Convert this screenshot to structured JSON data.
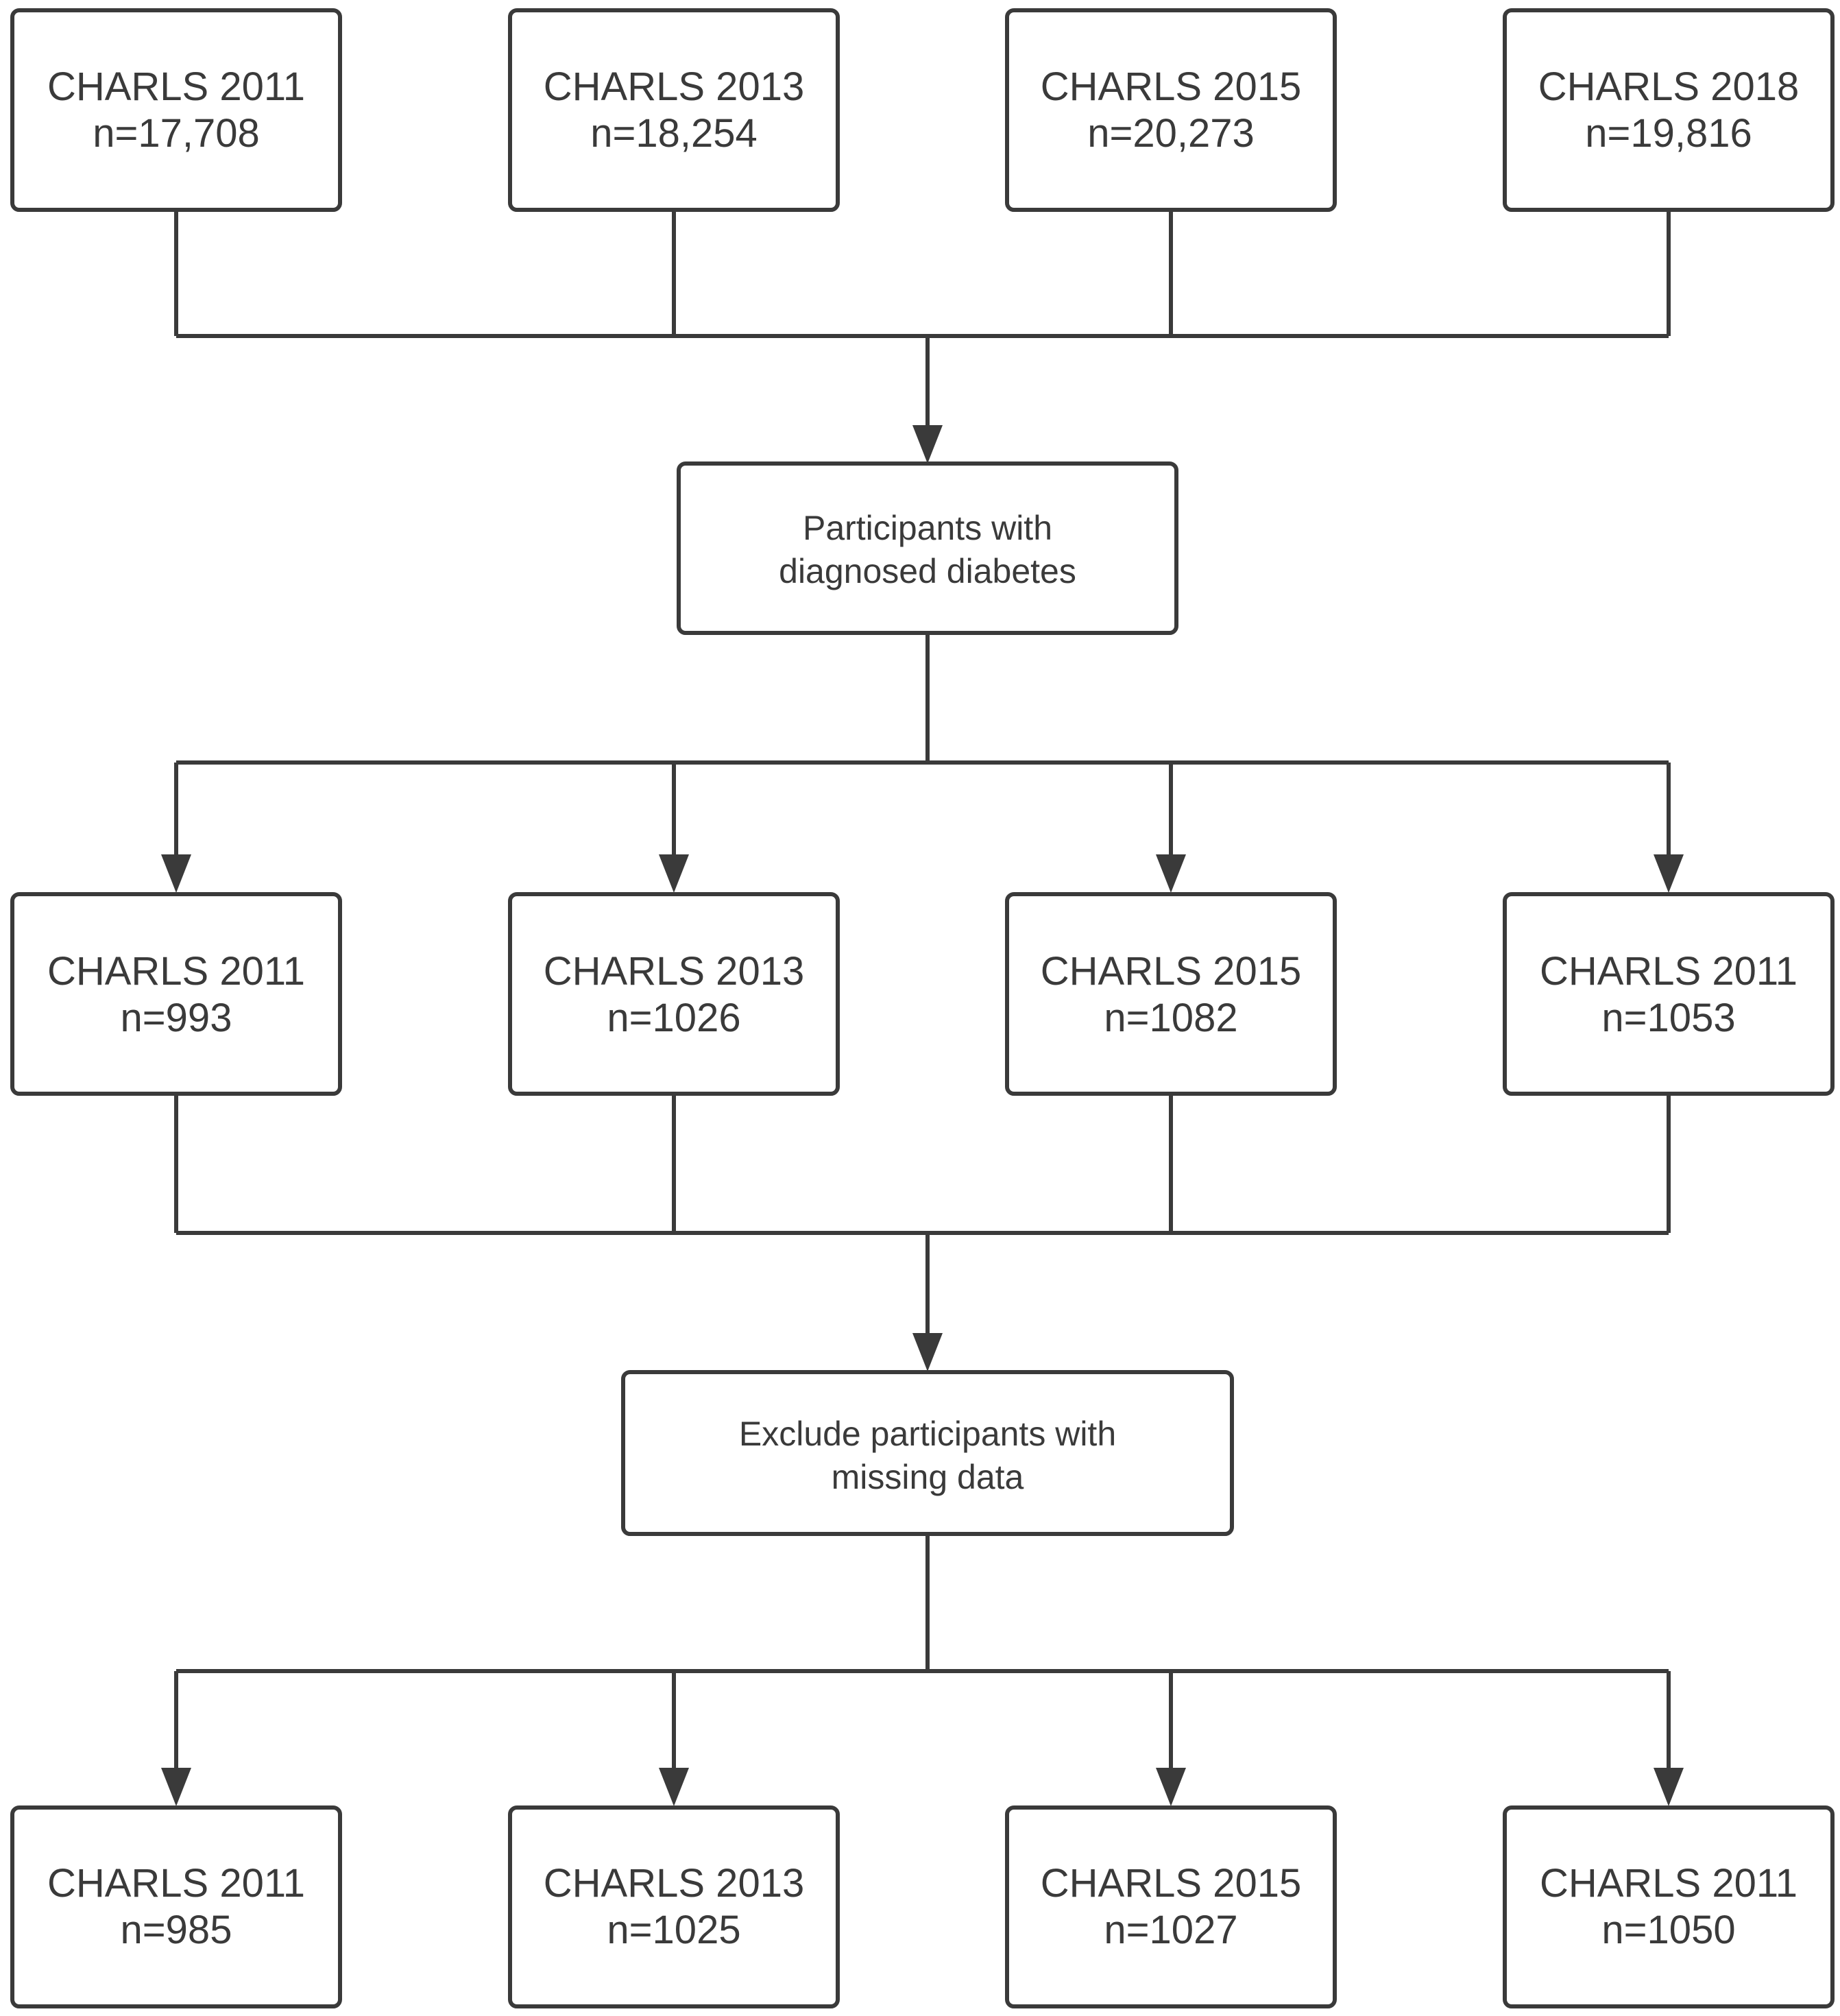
{
  "diagram": {
    "top_row": [
      {
        "title": "CHARLS 2011",
        "count": "n=17,708"
      },
      {
        "title": "CHARLS 2013",
        "count": "n=18,254"
      },
      {
        "title": "CHARLS 2015",
        "count": "n=20,273"
      },
      {
        "title": "CHARLS 2018",
        "count": "n=19,816"
      }
    ],
    "filter_1": {
      "line1": "Participants with",
      "line2": "diagnosed diabetes"
    },
    "middle_row": [
      {
        "title": "CHARLS 2011",
        "count": "n=993"
      },
      {
        "title": "CHARLS 2013",
        "count": "n=1026"
      },
      {
        "title": "CHARLS 2015",
        "count": "n=1082"
      },
      {
        "title": "CHARLS 2011",
        "count": "n=1053"
      }
    ],
    "filter_2": {
      "line1": "Exclude participants with",
      "line2": "missing data"
    },
    "bottom_row": [
      {
        "title": "CHARLS 2011",
        "count": "n=985"
      },
      {
        "title": "CHARLS 2013",
        "count": "n=1025"
      },
      {
        "title": "CHARLS 2015",
        "count": "n=1027"
      },
      {
        "title": "CHARLS 2011",
        "count": "n=1050"
      }
    ]
  }
}
